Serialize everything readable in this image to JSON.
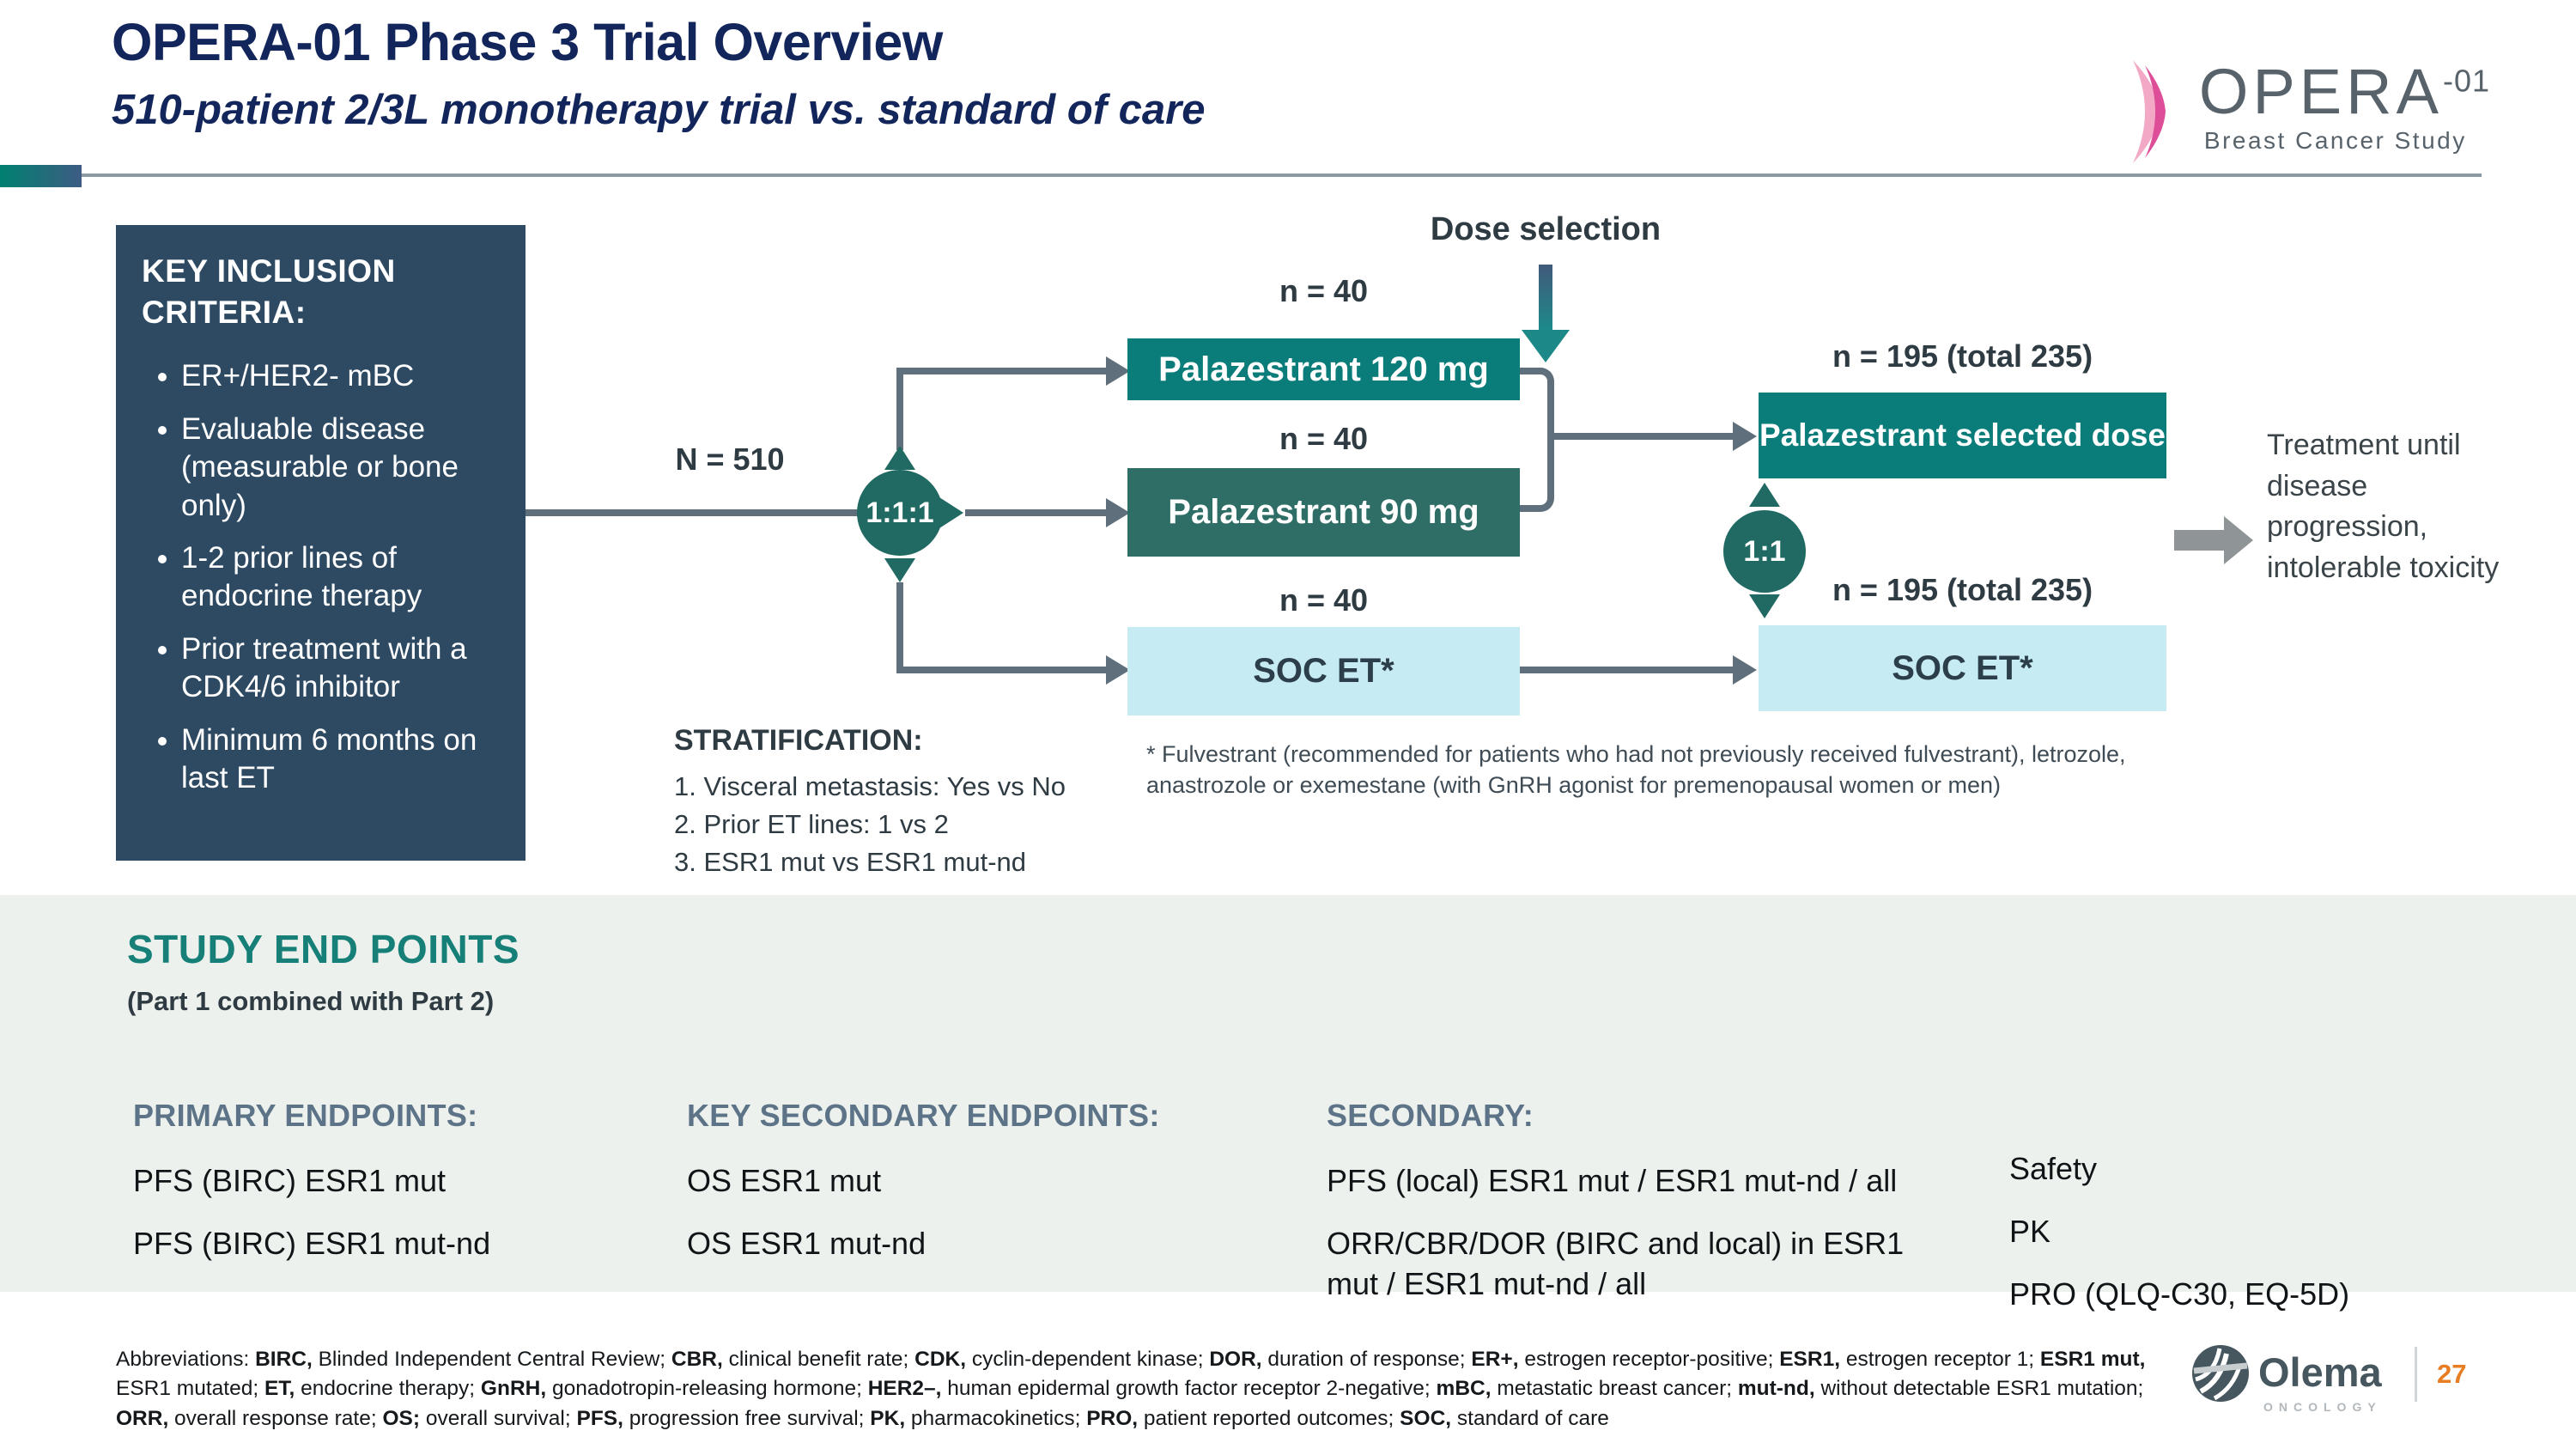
{
  "slide": {
    "title": "OPERA-01 Phase 3 Trial Overview",
    "subtitle": "510-patient 2/3L monotherapy trial vs. standard of care",
    "page_number": "27"
  },
  "logos": {
    "opera": {
      "name": "OPERA",
      "suffix": "-01",
      "tagline": "Breast Cancer Study"
    },
    "olema": {
      "name": "Olema",
      "tagline": "ONCOLOGY"
    }
  },
  "colors": {
    "title_navy": "#13265c",
    "inclusion_box": "#2e4a63",
    "arm_teal": "#0a7c79",
    "arm_teal_dark": "#2f6e66",
    "soc_cyan": "#c7ebf2",
    "node_teal": "#206a63",
    "connector_gray": "#5f707c",
    "endpoints_band": "#edf1ed",
    "endpoints_heading_teal": "#167f78",
    "endpoints_header_slate": "#5d7488",
    "page_number_orange": "#e87e23",
    "logo_pink_light": "#f3a9c5",
    "logo_pink_dark": "#dd4d98"
  },
  "icons": {
    "opera_ribbon": "pink-ribbon-icon",
    "olema_mark": "olema-circle-icon",
    "dose_arrow": "down-arrow",
    "treatment_arrow": "right-arrow"
  },
  "inclusion": {
    "heading": "KEY INCLUSION CRITERIA:",
    "bullets": [
      "ER+/HER2- mBC",
      "Evaluable disease (measurable or bone only)",
      "1-2 prior lines of endocrine therapy",
      "Prior treatment with a CDK4/6 inhibitor",
      "Minimum 6 months on last ET"
    ]
  },
  "flow": {
    "n_total": "N = 510",
    "randomization1": "1:1:1",
    "randomization2": "1:1",
    "dose_selection": "Dose selection",
    "arms": [
      {
        "n": "n = 40",
        "label": "Palazestrant 120 mg"
      },
      {
        "n": "n = 40",
        "label": "Palazestrant 90 mg"
      },
      {
        "n": "n = 40",
        "label": "SOC ET*"
      }
    ],
    "part2_arms": [
      {
        "n": "n = 195 (total 235)",
        "label": "Palazestrant selected dose"
      },
      {
        "n": "n = 195 (total 235)",
        "label": "SOC ET*"
      }
    ],
    "treatment_note": "Treatment until disease progression, intolerable toxicity",
    "stratification": {
      "heading": "STRATIFICATION:",
      "items": [
        "1. Visceral metastasis: Yes vs No",
        "2. Prior ET lines: 1 vs 2",
        "3. ESR1 mut vs ESR1 mut-nd"
      ]
    },
    "footnote": "* Fulvestrant (recommended for patients who had not previously received fulvestrant), letrozole, anastrozole or exemestane (with GnRH agonist for premenopausal women or men)"
  },
  "endpoints": {
    "heading": "STUDY END POINTS",
    "subheading": "(Part 1 combined with Part 2)",
    "columns": [
      {
        "header": "PRIMARY ENDPOINTS:",
        "items": [
          "PFS (BIRC) ESR1 mut",
          "PFS (BIRC) ESR1 mut-nd"
        ]
      },
      {
        "header": "KEY SECONDARY ENDPOINTS:",
        "items": [
          "OS ESR1 mut",
          "OS ESR1 mut-nd"
        ]
      },
      {
        "header": "SECONDARY:",
        "items": [
          "PFS (local) ESR1 mut / ESR1 mut-nd / all",
          "ORR/CBR/DOR (BIRC and local) in ESR1 mut / ESR1 mut-nd / all"
        ]
      },
      {
        "header": "",
        "items": [
          "Safety",
          "PK",
          "PRO (QLQ-C30, EQ-5D)"
        ]
      }
    ]
  },
  "abbreviations": {
    "prefix": "Abbreviations: ",
    "items": [
      {
        "term": "BIRC,",
        "def": "Blinded Independent Central Review"
      },
      {
        "term": "CBR,",
        "def": "clinical benefit rate"
      },
      {
        "term": "CDK,",
        "def": "cyclin-dependent kinase"
      },
      {
        "term": "DOR,",
        "def": "duration of response"
      },
      {
        "term": "ER+,",
        "def": "estrogen receptor-positive"
      },
      {
        "term": "ESR1,",
        "def": "estrogen receptor 1"
      },
      {
        "term": "ESR1 mut,",
        "def": "ESR1 mutated"
      },
      {
        "term": "ET,",
        "def": "endocrine therapy"
      },
      {
        "term": "GnRH,",
        "def": "gonadotropin-releasing hormone"
      },
      {
        "term": "HER2–,",
        "def": "human epidermal growth factor receptor 2-negative"
      },
      {
        "term": "mBC,",
        "def": "metastatic breast cancer"
      },
      {
        "term": "mut-nd,",
        "def": "without detectable ESR1 mutation"
      },
      {
        "term": "ORR,",
        "def": "overall response rate"
      },
      {
        "term": "OS;",
        "def": "overall survival"
      },
      {
        "term": "PFS,",
        "def": "progression free survival"
      },
      {
        "term": "PK,",
        "def": "pharmacokinetics"
      },
      {
        "term": "PRO,",
        "def": "patient reported outcomes"
      },
      {
        "term": "SOC,",
        "def": "standard of care"
      }
    ]
  }
}
